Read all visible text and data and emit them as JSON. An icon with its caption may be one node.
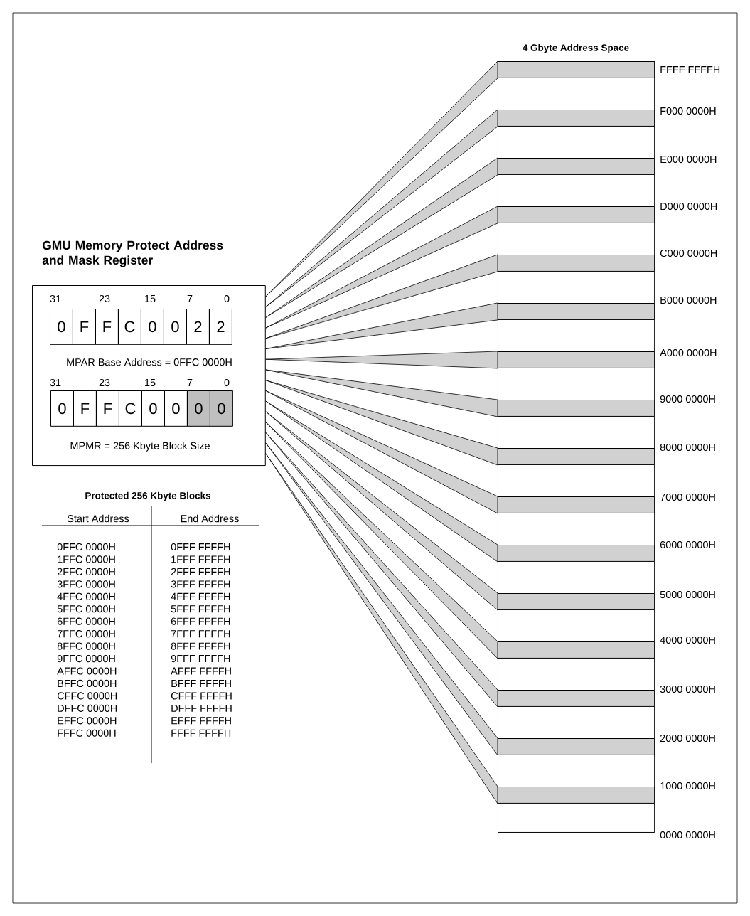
{
  "diagram": {
    "nodes": [
      {
        "text": [
          "GMU Memory Protect Address and Mask Register",
          "MPAR Base Address = 0FFC 0000H",
          "MPMR = 256 Kbyte Block Size"
        ]
      },
      {
        "text": [
          "0"
        ],
        "in": 0
      },
      {
        "text": [
          "F"
        ],
        "in": 0
      },
      {
        "text": [
          "F"
        ],
        "in": 0
      },
      {
        "text": [
          "C"
        ],
        "in": 0
      },
      {
        "text": [
          "0"
        ],
        "in": 0
      },
      {
        "text": [
          "0"
        ],
        "in": 0
      },
      {
        "text": [
          "2"
        ],
        "in": 0
      },
      {
        "text": [
          "2"
        ],
        "in": 0
      },
      {
        "text": [
          "0"
        ],
        "in": 0
      },
      {
        "text": [
          "F"
        ],
        "in": 0
      },
      {
        "text": [
          "F"
        ],
        "in": 0
      },
      {
        "text": [
          "C"
        ],
        "in": 0
      },
      {
        "text": [
          "0"
        ],
        "in": 0
      },
      {
        "text": [
          "0"
        ],
        "in": 0
      },
      {
        "text": [
          "0"
        ],
        "in": 0
      },
      {
        "text": [
          "0"
        ],
        "in": 0
      },
      {
        "text": [
          "4 Gbyte Address Space"
        ]
      },
      {
        "text": [],
        "shape": "bar",
        "in": 17,
        "beside": [
          "FFFF FFFFH"
        ]
      },
      {
        "text": [],
        "shape": "bar",
        "in": 17,
        "beside": [
          "F000 0000H"
        ]
      },
      {
        "text": [],
        "shape": "bar",
        "in": 17,
        "beside": [
          "E000 0000H"
        ]
      },
      {
        "text": [],
        "shape": "bar",
        "in": 17,
        "beside": [
          "D000 0000H"
        ]
      },
      {
        "text": [],
        "shape": "bar",
        "in": 17,
        "beside": [
          "C000 0000H"
        ]
      },
      {
        "text": [],
        "shape": "bar",
        "in": 17,
        "beside": [
          "B000 0000H"
        ]
      },
      {
        "text": [],
        "shape": "bar",
        "in": 17,
        "beside": [
          "A000 0000H"
        ]
      },
      {
        "text": [],
        "shape": "bar",
        "in": 17,
        "beside": [
          "9000 0000H"
        ]
      },
      {
        "text": [],
        "shape": "bar",
        "in": 17,
        "beside": [
          "8000 0000H"
        ]
      },
      {
        "text": [],
        "shape": "bar",
        "in": 17,
        "beside": [
          "7000 0000H"
        ]
      },
      {
        "text": [],
        "shape": "bar",
        "in": 17,
        "beside": [
          "6000 0000H"
        ]
      },
      {
        "text": [],
        "shape": "bar",
        "in": 17,
        "beside": [
          "5000 0000H"
        ]
      },
      {
        "text": [],
        "shape": "bar",
        "in": 17,
        "beside": [
          "4000 0000H"
        ]
      },
      {
        "text": [],
        "shape": "bar",
        "in": 17,
        "beside": [
          "3000 0000H"
        ]
      },
      {
        "text": [],
        "shape": "bar",
        "in": 17,
        "beside": [
          "2000 0000H"
        ]
      },
      {
        "text": [],
        "shape": "bar",
        "in": 17,
        "beside": [
          "1000 0000H"
        ]
      }
    ],
    "edges": [
      {
        "from": 0,
        "to": 18,
        "arrow": "none"
      },
      {
        "from": 0,
        "to": 19,
        "arrow": "none"
      },
      {
        "from": 0,
        "to": 20,
        "arrow": "none"
      },
      {
        "from": 0,
        "to": 21,
        "arrow": "none"
      },
      {
        "from": 0,
        "to": 22,
        "arrow": "none"
      },
      {
        "from": 0,
        "to": 23,
        "arrow": "none"
      },
      {
        "from": 0,
        "to": 24,
        "arrow": "none"
      },
      {
        "from": 0,
        "to": 25,
        "arrow": "none"
      },
      {
        "from": 0,
        "to": 26,
        "arrow": "none"
      },
      {
        "from": 0,
        "to": 27,
        "arrow": "none"
      },
      {
        "from": 0,
        "to": 28,
        "arrow": "none"
      },
      {
        "from": 0,
        "to": 29,
        "arrow": "none"
      },
      {
        "from": 0,
        "to": 30,
        "arrow": "none"
      },
      {
        "from": 0,
        "to": 31,
        "arrow": "none"
      },
      {
        "from": 0,
        "to": 32,
        "arrow": "none"
      },
      {
        "from": 0,
        "to": 33,
        "arrow": "none"
      }
    ],
    "labels": [
      "31",
      "23",
      "15",
      "7",
      "0",
      "31",
      "23",
      "15",
      "7",
      "0",
      "0000 0000H",
      "Protected 256 Kbyte Blocks",
      "Start Address",
      "End Address",
      "0FFC 0000H",
      "0FFF FFFFH",
      "1FFC 0000H",
      "1FFF FFFFH",
      "2FFC 0000H",
      "2FFF FFFFH",
      "3FFC 0000H",
      "3FFF FFFFH",
      "4FFC 0000H",
      "4FFF FFFFH",
      "5FFC 0000H",
      "5FFF FFFFH",
      "6FFC 0000H",
      "6FFF FFFFH",
      "7FFC 0000H",
      "7FFF FFFFH",
      "8FFC 0000H",
      "8FFF FFFFH",
      "9FFC 0000H",
      "9FFF FFFFH",
      "AFFC 0000H",
      "AFFF FFFFH",
      "BFFC 0000H",
      "BFFF FFFFH",
      "CFFC 0000H",
      "CFFF FFFFH",
      "DFFC 0000H",
      "DFFF FFFFH",
      "EFFC 0000H",
      "EFFF FFFFH",
      "FFFC 0000H",
      "FFFF FFFFH"
    ]
  }
}
